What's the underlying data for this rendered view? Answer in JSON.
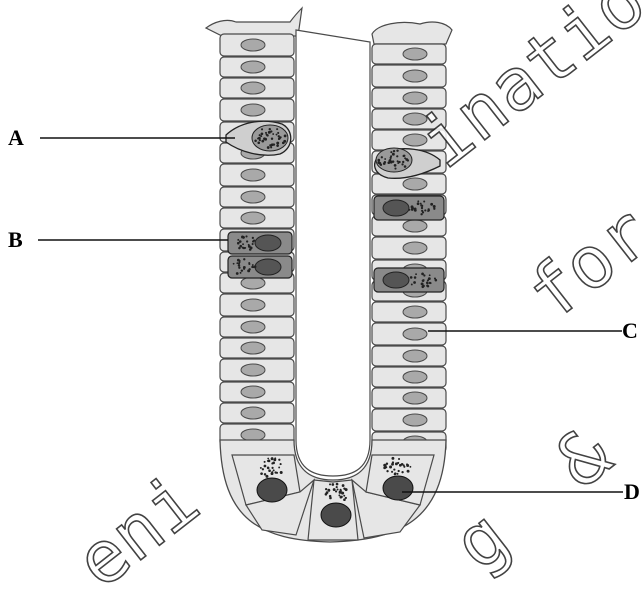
{
  "labels": {
    "a": "A",
    "b": "B",
    "c": "C",
    "d": "D"
  },
  "watermark": {
    "line1": "ination",
    "line2": "for",
    "line3": "&",
    "line4": "eni",
    "line5": "g"
  },
  "colors": {
    "cell_fill": "#e6e6e6",
    "cell_outline": "#4a4a4a",
    "nucleus_fill": "#a9a9a9",
    "granular_cell_fill": "#8a8a8a",
    "lumen": "#ffffff"
  }
}
